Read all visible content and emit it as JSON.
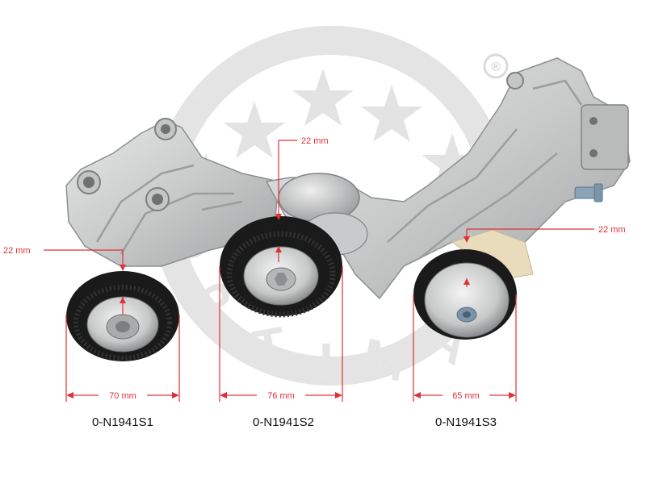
{
  "watermark": {
    "letters": [
      "O",
      "P",
      "T",
      "I",
      "M",
      "A",
      "L"
    ],
    "registered_mark": "®"
  },
  "dimensions": {
    "pulley_1": {
      "height": "22 mm",
      "diameter": "70 mm"
    },
    "pulley_2": {
      "height": "22 mm",
      "diameter": "76 mm"
    },
    "pulley_3": {
      "height": "22 mm",
      "diameter": "65 mm"
    }
  },
  "parts": [
    {
      "number": "0-N1941S1"
    },
    {
      "number": "0-N1941S2"
    },
    {
      "number": "0-N1941S3"
    }
  ],
  "colors": {
    "dimension_red": "#e0303a",
    "watermark_gray": "#dddddd",
    "metal_light": "#d4d5d5",
    "metal_dark": "#8f9192",
    "pulley_black": "#1a1a1a",
    "part_label": "#111111"
  }
}
